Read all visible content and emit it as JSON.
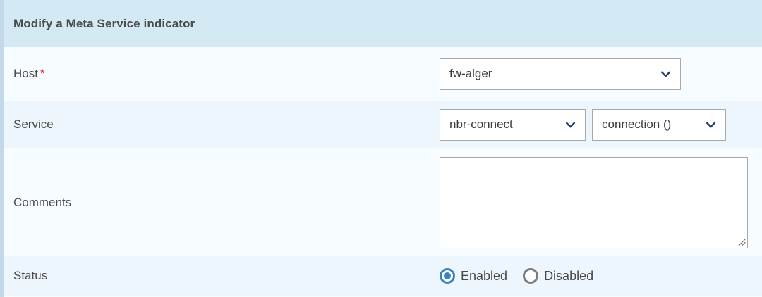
{
  "header": {
    "title": "Modify a Meta Service indicator"
  },
  "colors": {
    "header_background": "#d3eaf5",
    "row_light": "#f6fcff",
    "row_alt": "#edf6fd",
    "left_border": "#c3d8e8",
    "required_asterisk": "#e8232a",
    "radio_selected": "#3a82c0",
    "radio_unselected": "#7b7b7b",
    "chevron": "#1f3864",
    "control_border": "#a9a9a9",
    "label_text": "#4a4a4a"
  },
  "rows": {
    "host": {
      "label": "Host",
      "required_marker": "*",
      "select": {
        "value": "fw-alger",
        "icon": "chevron-down-icon"
      }
    },
    "service": {
      "label": "Service",
      "select_service": {
        "value": "nbr-connect",
        "icon": "chevron-down-icon"
      },
      "select_metric": {
        "value": "connection ()",
        "icon": "chevron-down-icon"
      }
    },
    "comments": {
      "label": "Comments",
      "textarea": {
        "value": "",
        "placeholder": ""
      }
    },
    "status": {
      "label": "Status",
      "options": [
        {
          "label": "Enabled",
          "selected": true
        },
        {
          "label": "Disabled",
          "selected": false
        }
      ]
    }
  }
}
